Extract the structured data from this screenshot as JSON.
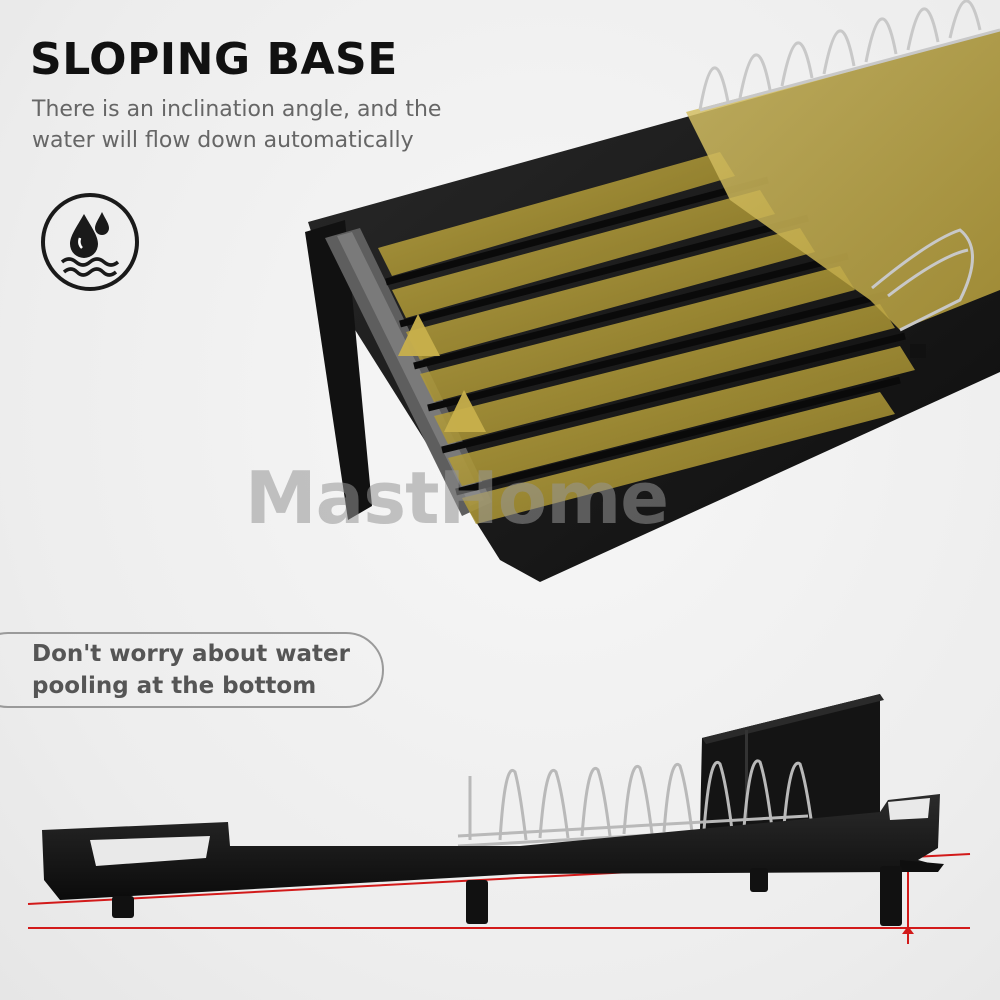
{
  "header": {
    "title": "SLOPING BASE",
    "subtitle_lines": [
      "There is an inclination angle, and the",
      "water will flow down automatically"
    ]
  },
  "callout": {
    "lines": [
      "Don't worry about water",
      "pooling at the bottom"
    ]
  },
  "watermark": {
    "text": "MastHome"
  },
  "icons": {
    "badge": "water-drops-waves-icon",
    "slope_arrows": "slope-up-arrow-icon"
  },
  "colors": {
    "rack_black": "#1b1b1b",
    "tray_gold": "#b8a038",
    "slope_line_red": "#d21a1a",
    "text_dark": "#111111",
    "text_gray": "#666666"
  }
}
